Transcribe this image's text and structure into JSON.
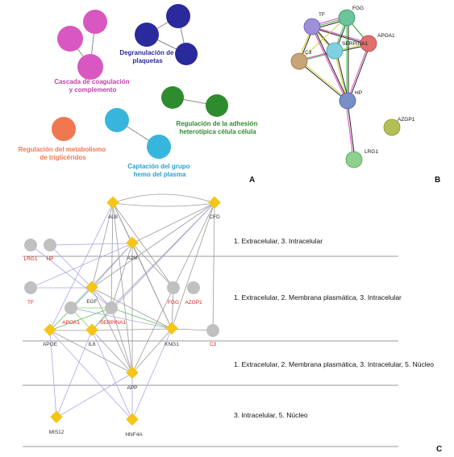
{
  "panel_a": {
    "letter": "A",
    "clusters": [
      {
        "label_lines": [
          "Cascada de coagulación",
          "y complemento"
        ],
        "color": "#d957c0"
      },
      {
        "label_lines": [
          "Degranulación de",
          "plaquetas"
        ],
        "color": "#2a2a9c"
      },
      {
        "label_lines": [
          "Regulación de la adhesión",
          "heterotípica célula célula"
        ],
        "color": "#2e8b2e"
      },
      {
        "label_lines": [
          "Captación del grupo",
          "hemo del plasma"
        ],
        "color": "#37b5dc"
      },
      {
        "label_lines": [
          "Regulación del metabolismo",
          "de triglicéridos"
        ],
        "color": "#f07850"
      }
    ]
  },
  "panel_b": {
    "letter": "B",
    "nodes": [
      "TF",
      "FGG",
      "SERPINA1",
      "APOA1",
      "C3",
      "HP",
      "AZGP1",
      "LRG1"
    ]
  },
  "panel_c": {
    "letter": "C",
    "zones": [
      "1. Extracelular, 3. Intracelular",
      "1. Extracelular, 2. Membrana plasmática, 3. Intracelular",
      "1. Extracelular, 2. Membrana plasmática, 3. Intracelular, 5. Núcleo",
      "3. Intracelular, 5. Núcleo"
    ],
    "nodes": [
      "ALB",
      "CFD",
      "LRG1",
      "HP",
      "A2M",
      "TF",
      "EGF",
      "FGG",
      "AZGP1",
      "APOA1",
      "SERPINA1",
      "APOE",
      "IL6",
      "KNG1",
      "C3",
      "APP",
      "MIS12",
      "HNF4A"
    ],
    "colors": {
      "gene": "#f5c518",
      "protein": "#c0c0c0",
      "red_label": "#e0201b",
      "dark_label": "#333333"
    }
  }
}
